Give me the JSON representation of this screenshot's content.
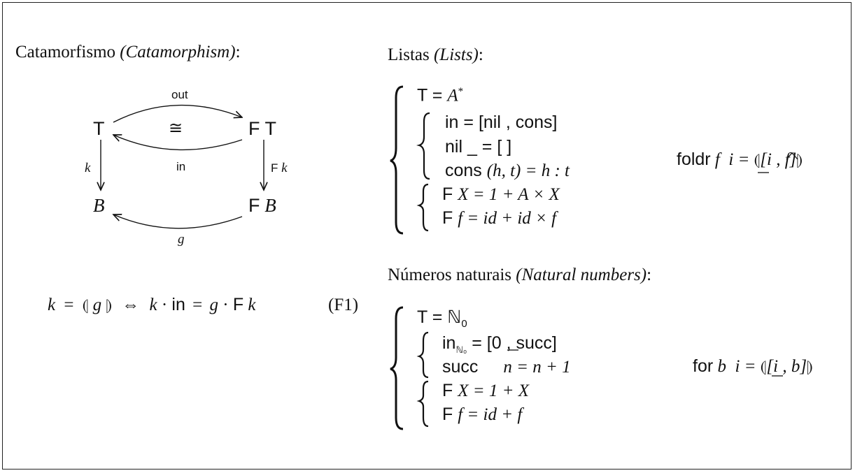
{
  "left": {
    "heading_main": "Catamorfismo",
    "heading_italic": "(Catamorphism)",
    "heading_colon": ":",
    "diagram": {
      "node_T": "T",
      "node_FT": "F T",
      "node_B": "B",
      "node_FB_F": "F",
      "node_FB_B": "B",
      "arrow_out": "out",
      "iso": "≅",
      "arrow_in": "in",
      "arrow_k": "k",
      "arrow_Fk_F": "F",
      "arrow_Fk_k": "k",
      "arrow_g": "g"
    },
    "formula": {
      "k1": "k",
      "eq1": "=",
      "ban_open": "⦇",
      "g1": "g",
      "ban_close": "⦈",
      "iff": "⇔",
      "k2": "k",
      "dot1": "·",
      "in": "in",
      "eq2": "=",
      "g2": "g",
      "dot2": "·",
      "F": "F",
      "k3": "k",
      "tag": "(F1)"
    }
  },
  "lists": {
    "heading_main": "Listas",
    "heading_italic": "(Lists)",
    "heading_colon": ":",
    "T_eq": "T = ",
    "T_val": "A",
    "T_sup": "*",
    "in_def": "in = [nil , cons]",
    "nil_def_a": "nil _ = [ ]",
    "cons_def_a": "cons ",
    "cons_def_b": "(h, t) = h : t",
    "FX_F": "F ",
    "FX_rest": "X = 1 + A × X",
    "Ff_F": "F ",
    "Ff_rest": "f = id + id × f",
    "foldr_kw": "foldr",
    "foldr_args": " f  i = ",
    "foldr_ban_open": "⦇",
    "foldr_body": "[i , f]",
    "foldr_ban_close": "⦈"
  },
  "naturals": {
    "heading_main": "Números naturais",
    "heading_italic": "(Natural numbers)",
    "heading_colon": ":",
    "T_eq": "T = ℕ",
    "T_sub": "0",
    "in_kw": "in",
    "in_sub": "ℕ₀",
    "in_rest": " = [0 , succ]",
    "succ_kw": "succ",
    "succ_rest": "n = n + 1",
    "FX_F": "F ",
    "FX_rest": "X = 1 + X",
    "Ff_F": "F ",
    "Ff_rest": "f = id + f",
    "for_kw": "for",
    "for_args": " b  i = ",
    "for_ban_open": "⦇",
    "for_body": "[i , b]",
    "for_ban_close": "⦈"
  }
}
